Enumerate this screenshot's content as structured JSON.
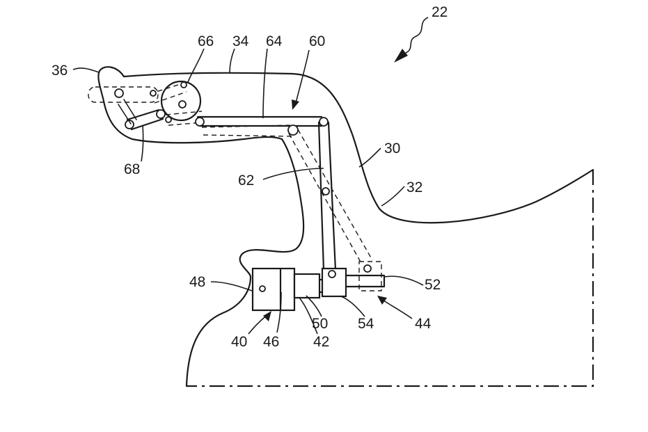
{
  "figure": {
    "labels": {
      "l22": "22",
      "l66": "66",
      "l34": "34",
      "l64": "64",
      "l60": "60",
      "l36": "36",
      "l30": "30",
      "l68": "68",
      "l62": "62",
      "l32": "32",
      "l48": "48",
      "l52": "52",
      "l50": "50",
      "l54": "54",
      "l44": "44",
      "l40": "40",
      "l46": "46",
      "l42": "42"
    }
  }
}
